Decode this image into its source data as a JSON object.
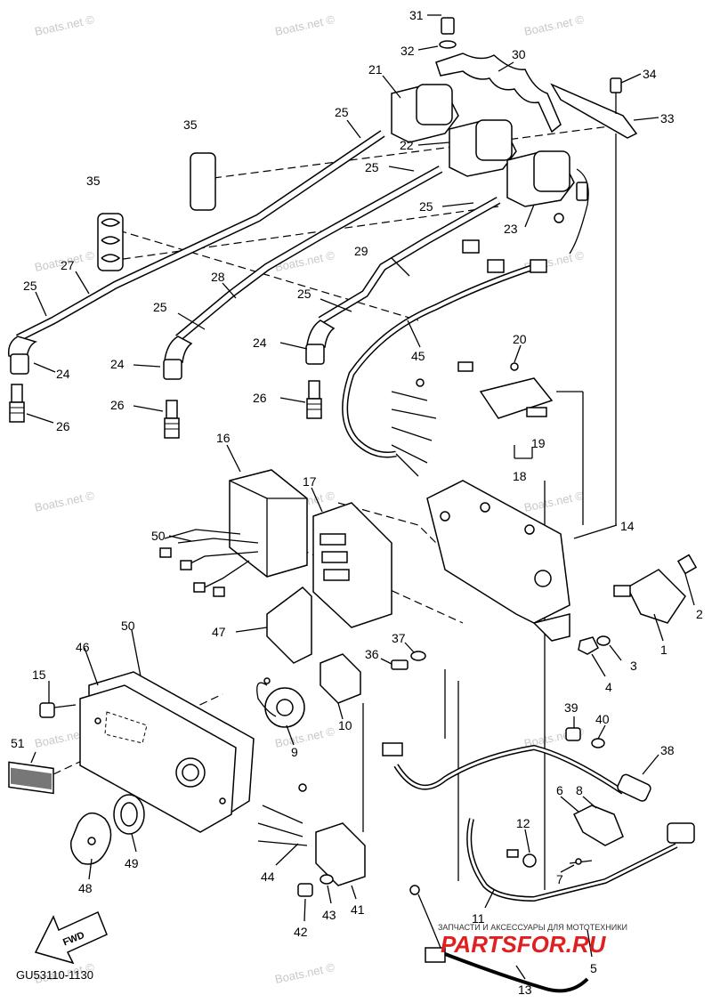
{
  "watermark": "Boats.net ©",
  "diagram_code": "GU53110-1130",
  "direction_label": "FWD",
  "shop_logo": {
    "tagline": "ЗАПЧАСТИ И АКСЕССУАРЫ ДЛЯ МОТОТЕХНИКИ",
    "name": "PARTSFOR.RU"
  },
  "callouts": [
    {
      "id": "c31",
      "label": "31"
    },
    {
      "id": "c32",
      "label": "32"
    },
    {
      "id": "c30",
      "label": "30"
    },
    {
      "id": "c34",
      "label": "34"
    },
    {
      "id": "c33",
      "label": "33"
    },
    {
      "id": "c21",
      "label": "21"
    },
    {
      "id": "c25a",
      "label": "25"
    },
    {
      "id": "c22",
      "label": "22"
    },
    {
      "id": "c35a",
      "label": "35"
    },
    {
      "id": "c25b",
      "label": "25"
    },
    {
      "id": "c35b",
      "label": "35"
    },
    {
      "id": "c25c",
      "label": "25"
    },
    {
      "id": "c23",
      "label": "23"
    },
    {
      "id": "c29",
      "label": "29"
    },
    {
      "id": "c27",
      "label": "27"
    },
    {
      "id": "c25d",
      "label": "25"
    },
    {
      "id": "c28",
      "label": "28"
    },
    {
      "id": "c25e",
      "label": "25"
    },
    {
      "id": "c25f",
      "label": "25"
    },
    {
      "id": "c24a",
      "label": "24"
    },
    {
      "id": "c45",
      "label": "45"
    },
    {
      "id": "c20",
      "label": "20"
    },
    {
      "id": "c24b",
      "label": "24"
    },
    {
      "id": "c24c",
      "label": "24"
    },
    {
      "id": "c26a",
      "label": "26"
    },
    {
      "id": "c26b",
      "label": "26"
    },
    {
      "id": "c26c",
      "label": "26"
    },
    {
      "id": "c19",
      "label": "19"
    },
    {
      "id": "c18",
      "label": "18"
    },
    {
      "id": "c16",
      "label": "16"
    },
    {
      "id": "c17",
      "label": "17"
    },
    {
      "id": "c14",
      "label": "14"
    },
    {
      "id": "c50a",
      "label": "50"
    },
    {
      "id": "c2",
      "label": "2"
    },
    {
      "id": "c47",
      "label": "47"
    },
    {
      "id": "c1",
      "label": "1"
    },
    {
      "id": "c50b",
      "label": "50"
    },
    {
      "id": "c46",
      "label": "46"
    },
    {
      "id": "c37",
      "label": "37"
    },
    {
      "id": "c36",
      "label": "36"
    },
    {
      "id": "c3",
      "label": "3"
    },
    {
      "id": "c15",
      "label": "15"
    },
    {
      "id": "c4",
      "label": "4"
    },
    {
      "id": "c10",
      "label": "10"
    },
    {
      "id": "c39",
      "label": "39"
    },
    {
      "id": "c40",
      "label": "40"
    },
    {
      "id": "c9",
      "label": "9"
    },
    {
      "id": "c51",
      "label": "51"
    },
    {
      "id": "c38",
      "label": "38"
    },
    {
      "id": "c6",
      "label": "6"
    },
    {
      "id": "c8",
      "label": "8"
    },
    {
      "id": "c12",
      "label": "12"
    },
    {
      "id": "c49",
      "label": "49"
    },
    {
      "id": "c44",
      "label": "44"
    },
    {
      "id": "c7",
      "label": "7"
    },
    {
      "id": "c48",
      "label": "48"
    },
    {
      "id": "c43",
      "label": "43"
    },
    {
      "id": "c41",
      "label": "41"
    },
    {
      "id": "c11",
      "label": "11"
    },
    {
      "id": "c42",
      "label": "42"
    },
    {
      "id": "c5",
      "label": "5"
    },
    {
      "id": "c13",
      "label": "13"
    }
  ]
}
